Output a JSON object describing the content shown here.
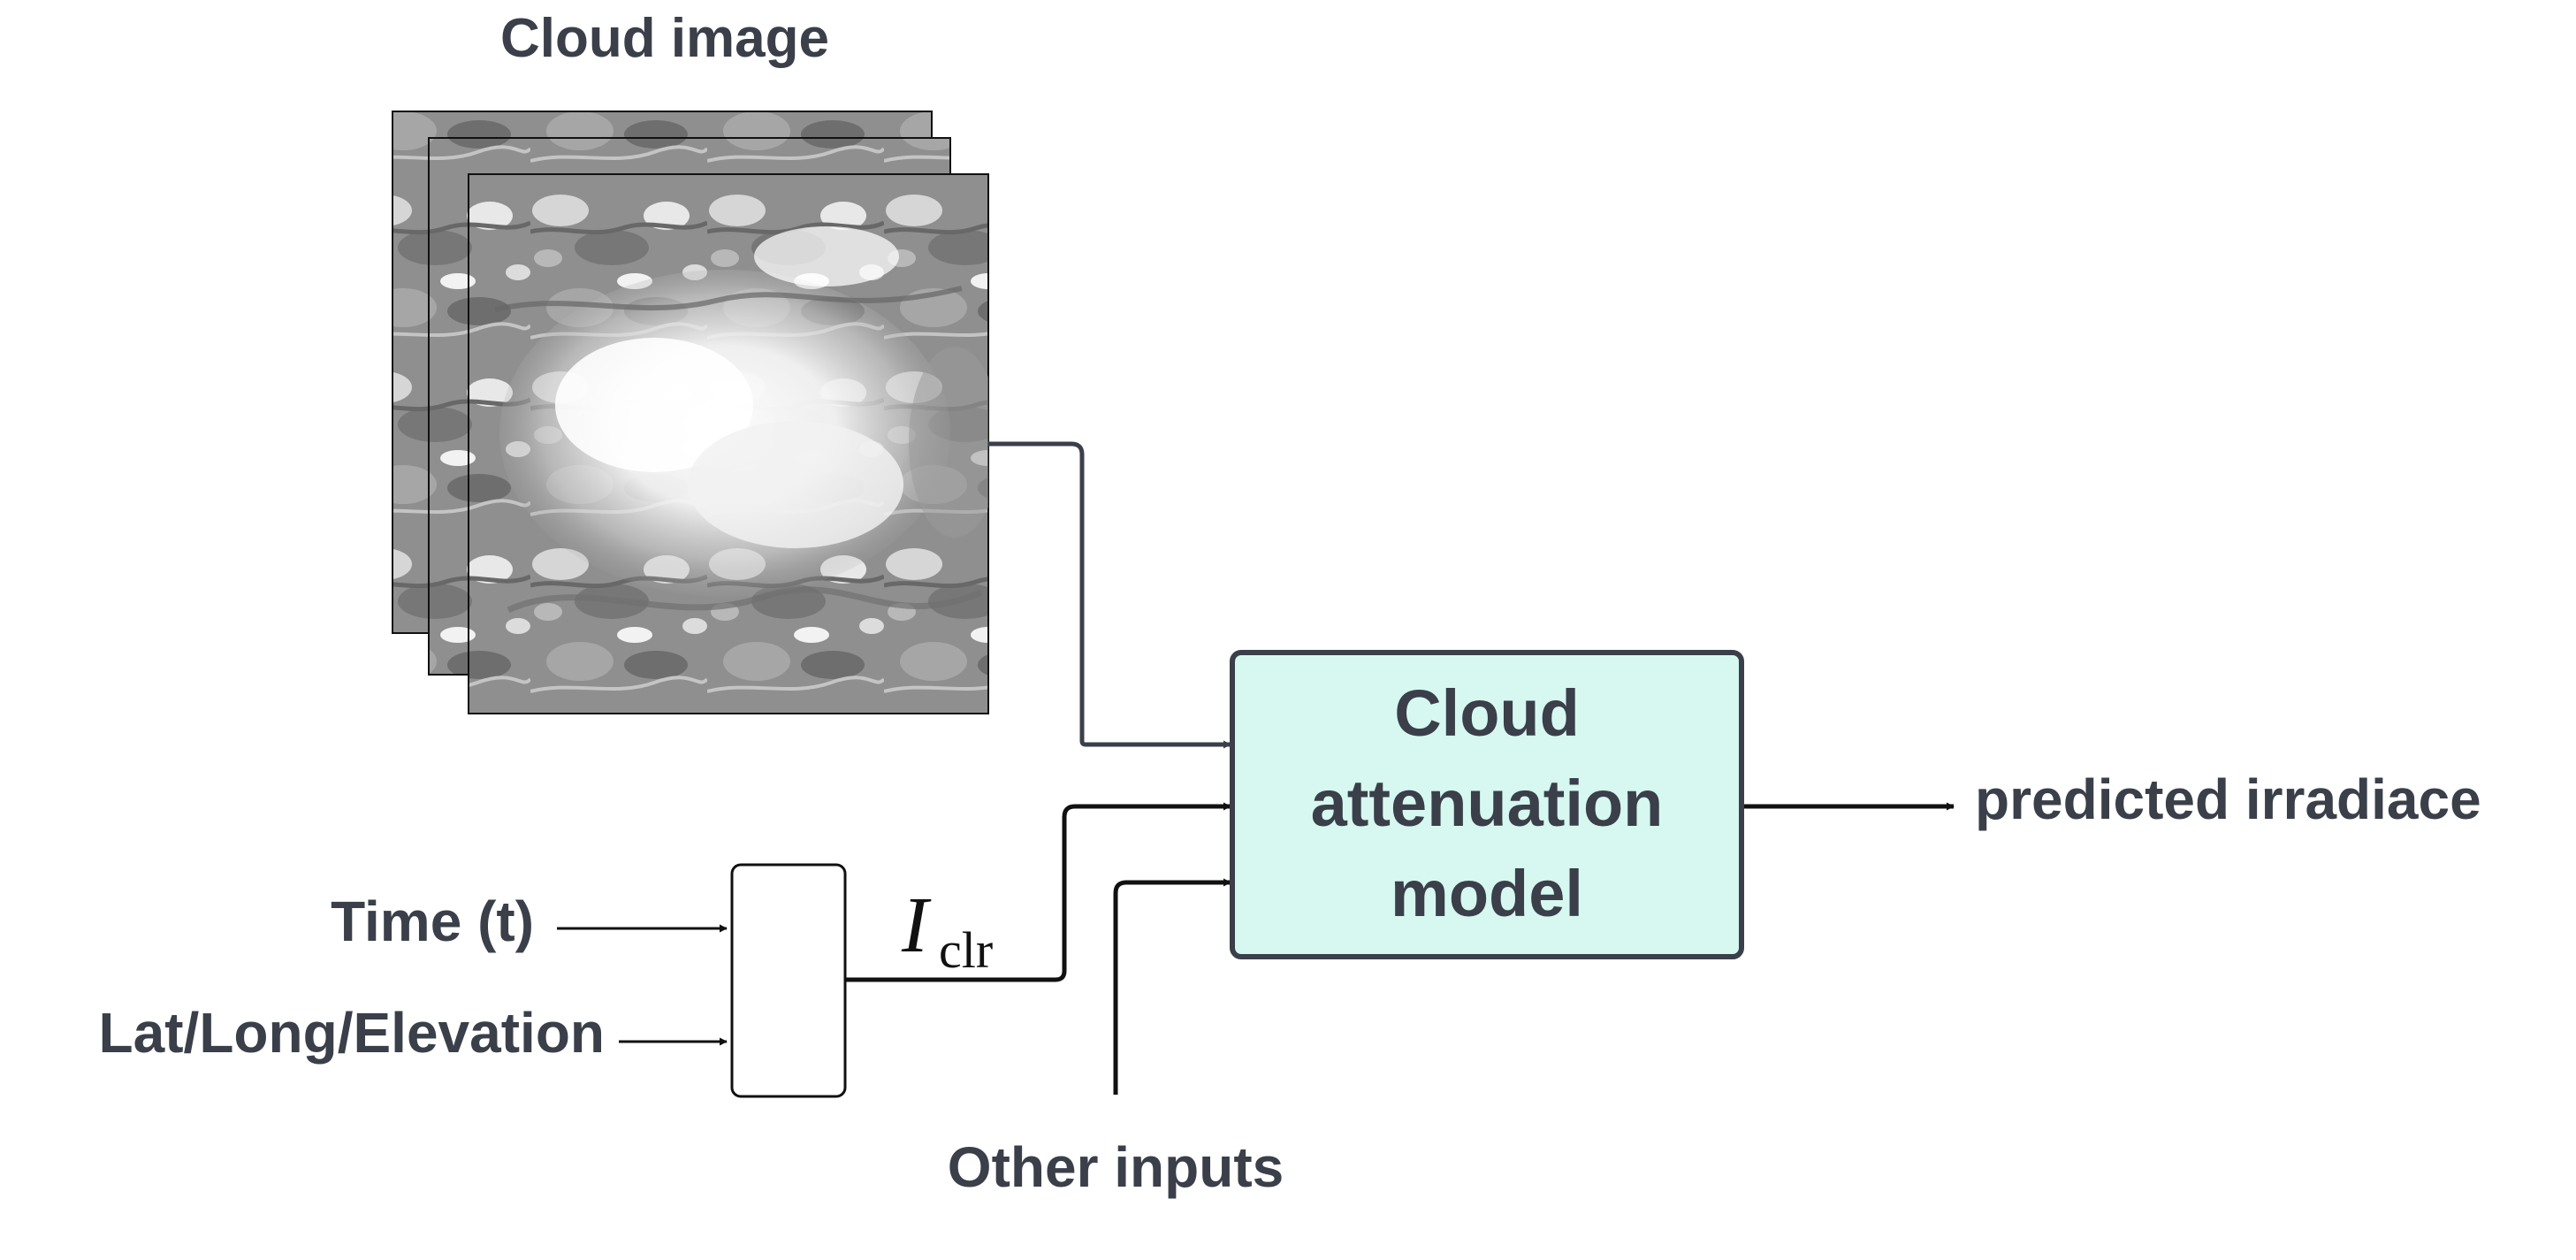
{
  "colors": {
    "text": "#3a3f49",
    "model_fill": "#d6f8f1",
    "model_border": "#3a3f49",
    "line_dark": "#111111",
    "line_gray": "#3a3f49"
  },
  "cloud_image": {
    "title": "Cloud image",
    "frame_count": 3
  },
  "inputs": {
    "time": "Time (t)",
    "location": "Lat/Long/Elevation",
    "other": "Other inputs"
  },
  "clear_sky": {
    "symbol": "I",
    "subscript": "clr"
  },
  "model": {
    "line1": "Cloud",
    "line2": "attenuation",
    "line3": "model"
  },
  "output": {
    "label": "predicted irradiace"
  }
}
